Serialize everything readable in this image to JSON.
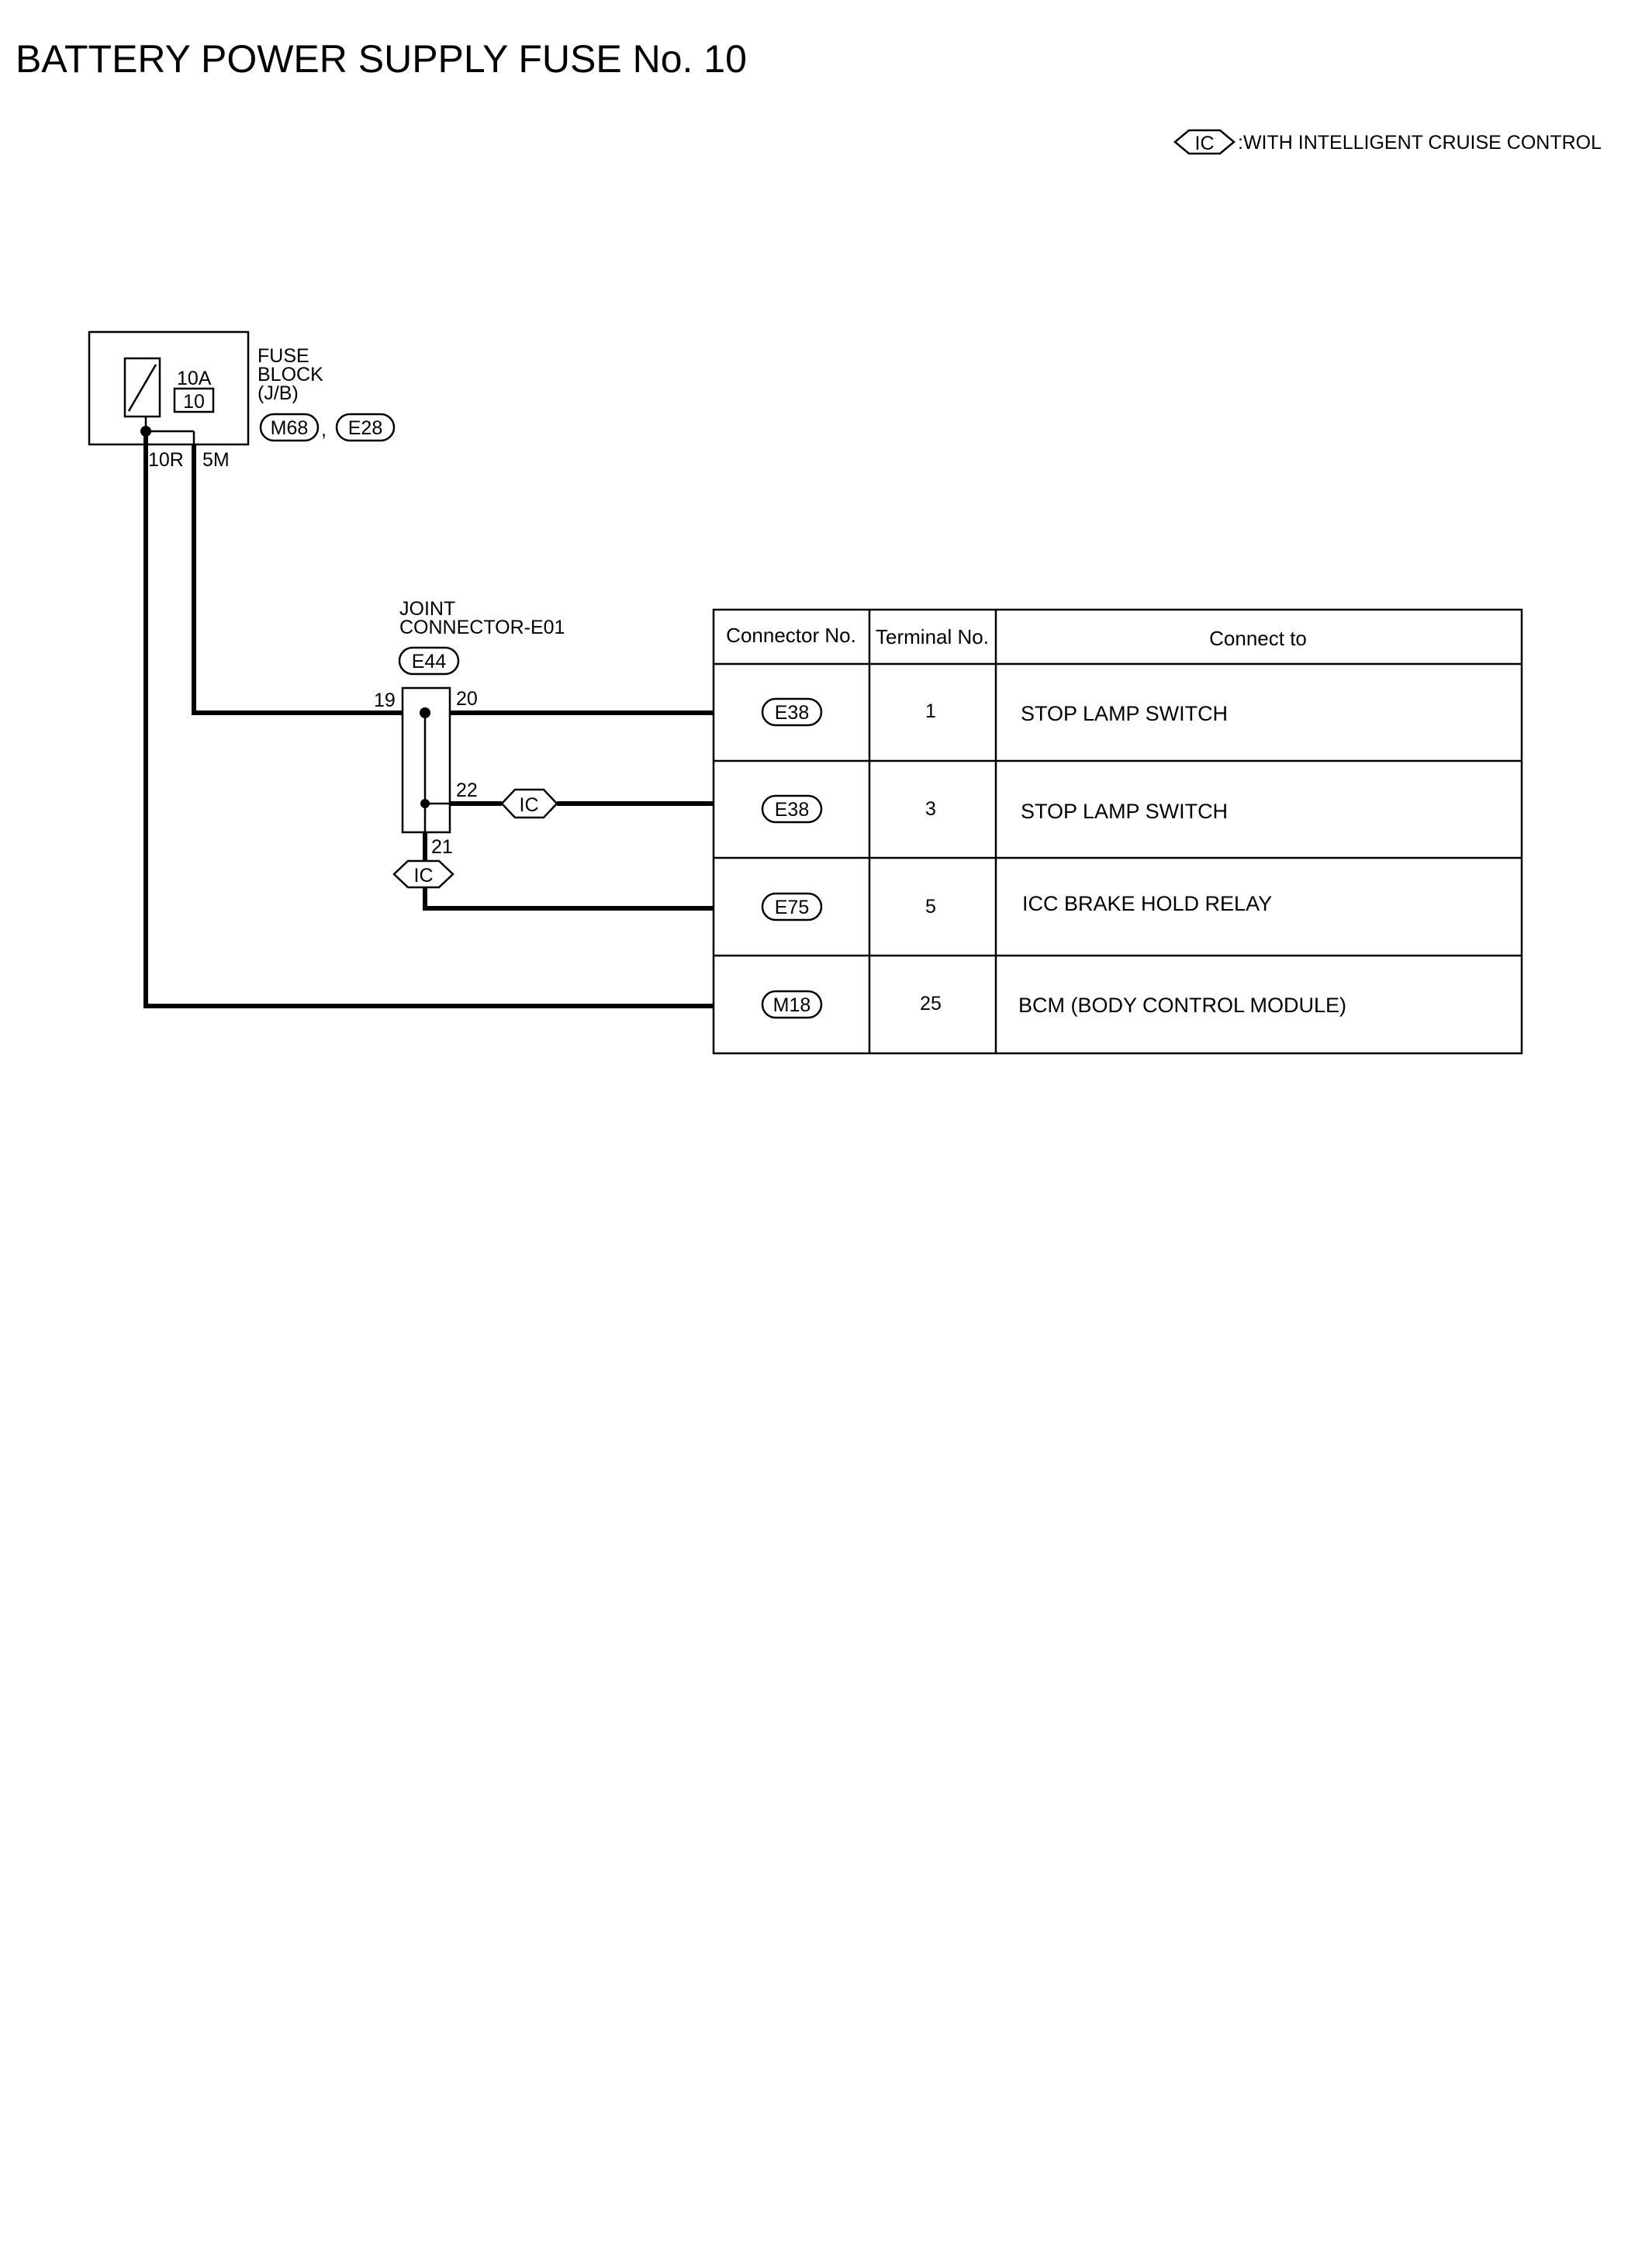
{
  "title": "BATTERY POWER SUPPLY FUSE No. 10",
  "legend": {
    "tag": "IC",
    "text": ":WITH INTELLIGENT CRUISE CONTROL"
  },
  "fuse_block": {
    "rating": "10A",
    "number": "10",
    "name_lines": [
      "FUSE",
      "BLOCK",
      "(J/B)"
    ],
    "connectors": [
      "M68",
      "E28"
    ],
    "separator": ",",
    "terminal_left": "10R",
    "terminal_right": "5M"
  },
  "joint_connector": {
    "name_lines": [
      "JOINT",
      "CONNECTOR-E01"
    ],
    "connector": "E44",
    "pins": {
      "p19": "19",
      "p20": "20",
      "p22": "22",
      "p21": "21"
    }
  },
  "option_tag": "IC",
  "table": {
    "headers": [
      "Connector No.",
      "Terminal No.",
      "Connect to"
    ],
    "rows": [
      {
        "connector": "E38",
        "terminal": "1",
        "connect_to": "STOP LAMP SWITCH"
      },
      {
        "connector": "E38",
        "terminal": "3",
        "connect_to": "STOP LAMP SWITCH"
      },
      {
        "connector": "E75",
        "terminal": "5",
        "connect_to": "ICC BRAKE HOLD RELAY"
      },
      {
        "connector": "M18",
        "terminal": "25",
        "connect_to": "BCM (BODY CONTROL MODULE)"
      }
    ]
  }
}
